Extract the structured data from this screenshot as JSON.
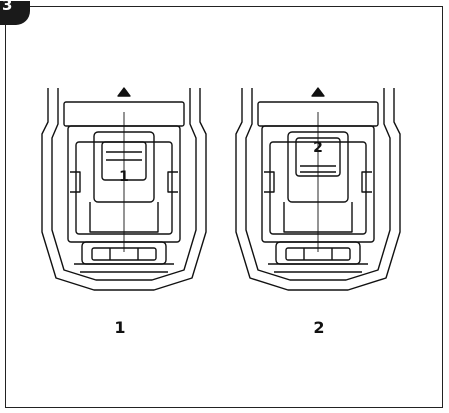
{
  "step_tab": {
    "label": "3"
  },
  "figures": [
    {
      "id": "1",
      "callout": "1",
      "caption": "1"
    },
    {
      "id": "2",
      "callout": "2",
      "caption": "2"
    }
  ]
}
